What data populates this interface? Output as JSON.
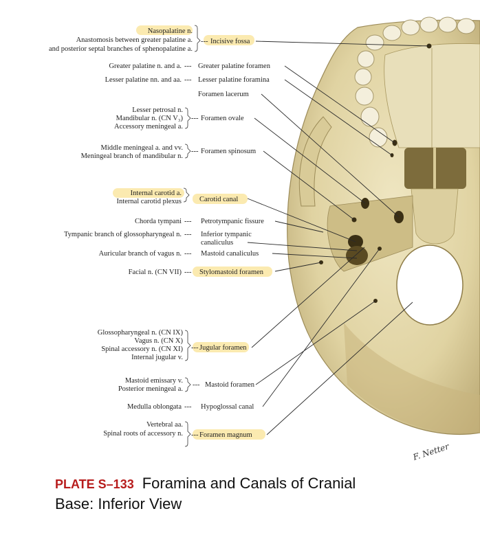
{
  "structures": [
    "Incisive fossa",
    "Greater palatine foramen",
    "Lesser palatine foramina",
    "Foramen lacerum",
    "Foramen ovale",
    "Foramen spinosum",
    "Carotid canal",
    "Petrotympanic fissure",
    "Inferior tympanic",
    "canaliculus",
    "Mastoid canaliculus",
    "Stylomastoid foramen",
    "Jugular foramen",
    "Mastoid foramen",
    "Hypoglossal canal",
    "Foramen magnum"
  ],
  "contents": [
    "Nasopalatine n.",
    "Anastomosis between greater palatine a.",
    "and posterior septal branches of sphenopalatine a.",
    "Greater palatine n. and a.",
    "Lesser palatine nn. and aa.",
    "Lesser petrosal n.",
    "Mandibular n. (CN V₃)",
    "Accessory meningeal a.",
    "Middle meningeal a. and vv.",
    "Meningeal branch of mandibular n.",
    "Internal carotid a.",
    "Internal carotid plexus",
    "Chorda tympani",
    "Tympanic branch of glossopharyngeal n.",
    "Auricular branch of vagus n.",
    "Facial n. (CN VII)",
    "Glossopharyngeal n. (CN IX)",
    "Vagus n. (CN X)",
    "Spinal accessory n. (CN XI)",
    "Internal jugular v.",
    "Mastoid emissary v.",
    "Posterior meningeal a.",
    "Medulla oblongata",
    "Vertebral aa.",
    "Spinal roots of accessory n."
  ],
  "connector": "---",
  "plate": {
    "code": "PLATE S–133",
    "title_line1": "Foramina and Canals of Cranial",
    "title_line2": "Base: Inferior View"
  },
  "signature": "F. Netter",
  "colors": {
    "bone": "#e6dcb0",
    "bone_shadow": "#b7a570",
    "highlight": "#fbeab0",
    "plate_code": "#b71c1c"
  }
}
